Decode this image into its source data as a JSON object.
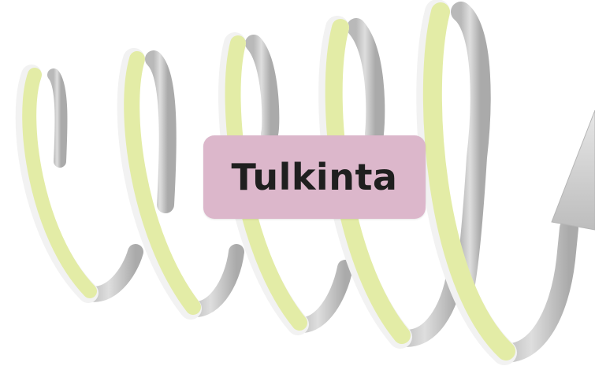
{
  "label": {
    "text": "Tulkinta"
  },
  "colors": {
    "ribbon_front": "#e3eca6",
    "ribbon_back": "#c9c9c9",
    "ribbon_edge": "#f4f4f4",
    "label_fill": "#dcb7cb",
    "label_text": "#1f1f1f"
  },
  "shapes": {
    "spiral": "coil-spring-arrow",
    "arrowhead": "arrowhead-right"
  }
}
